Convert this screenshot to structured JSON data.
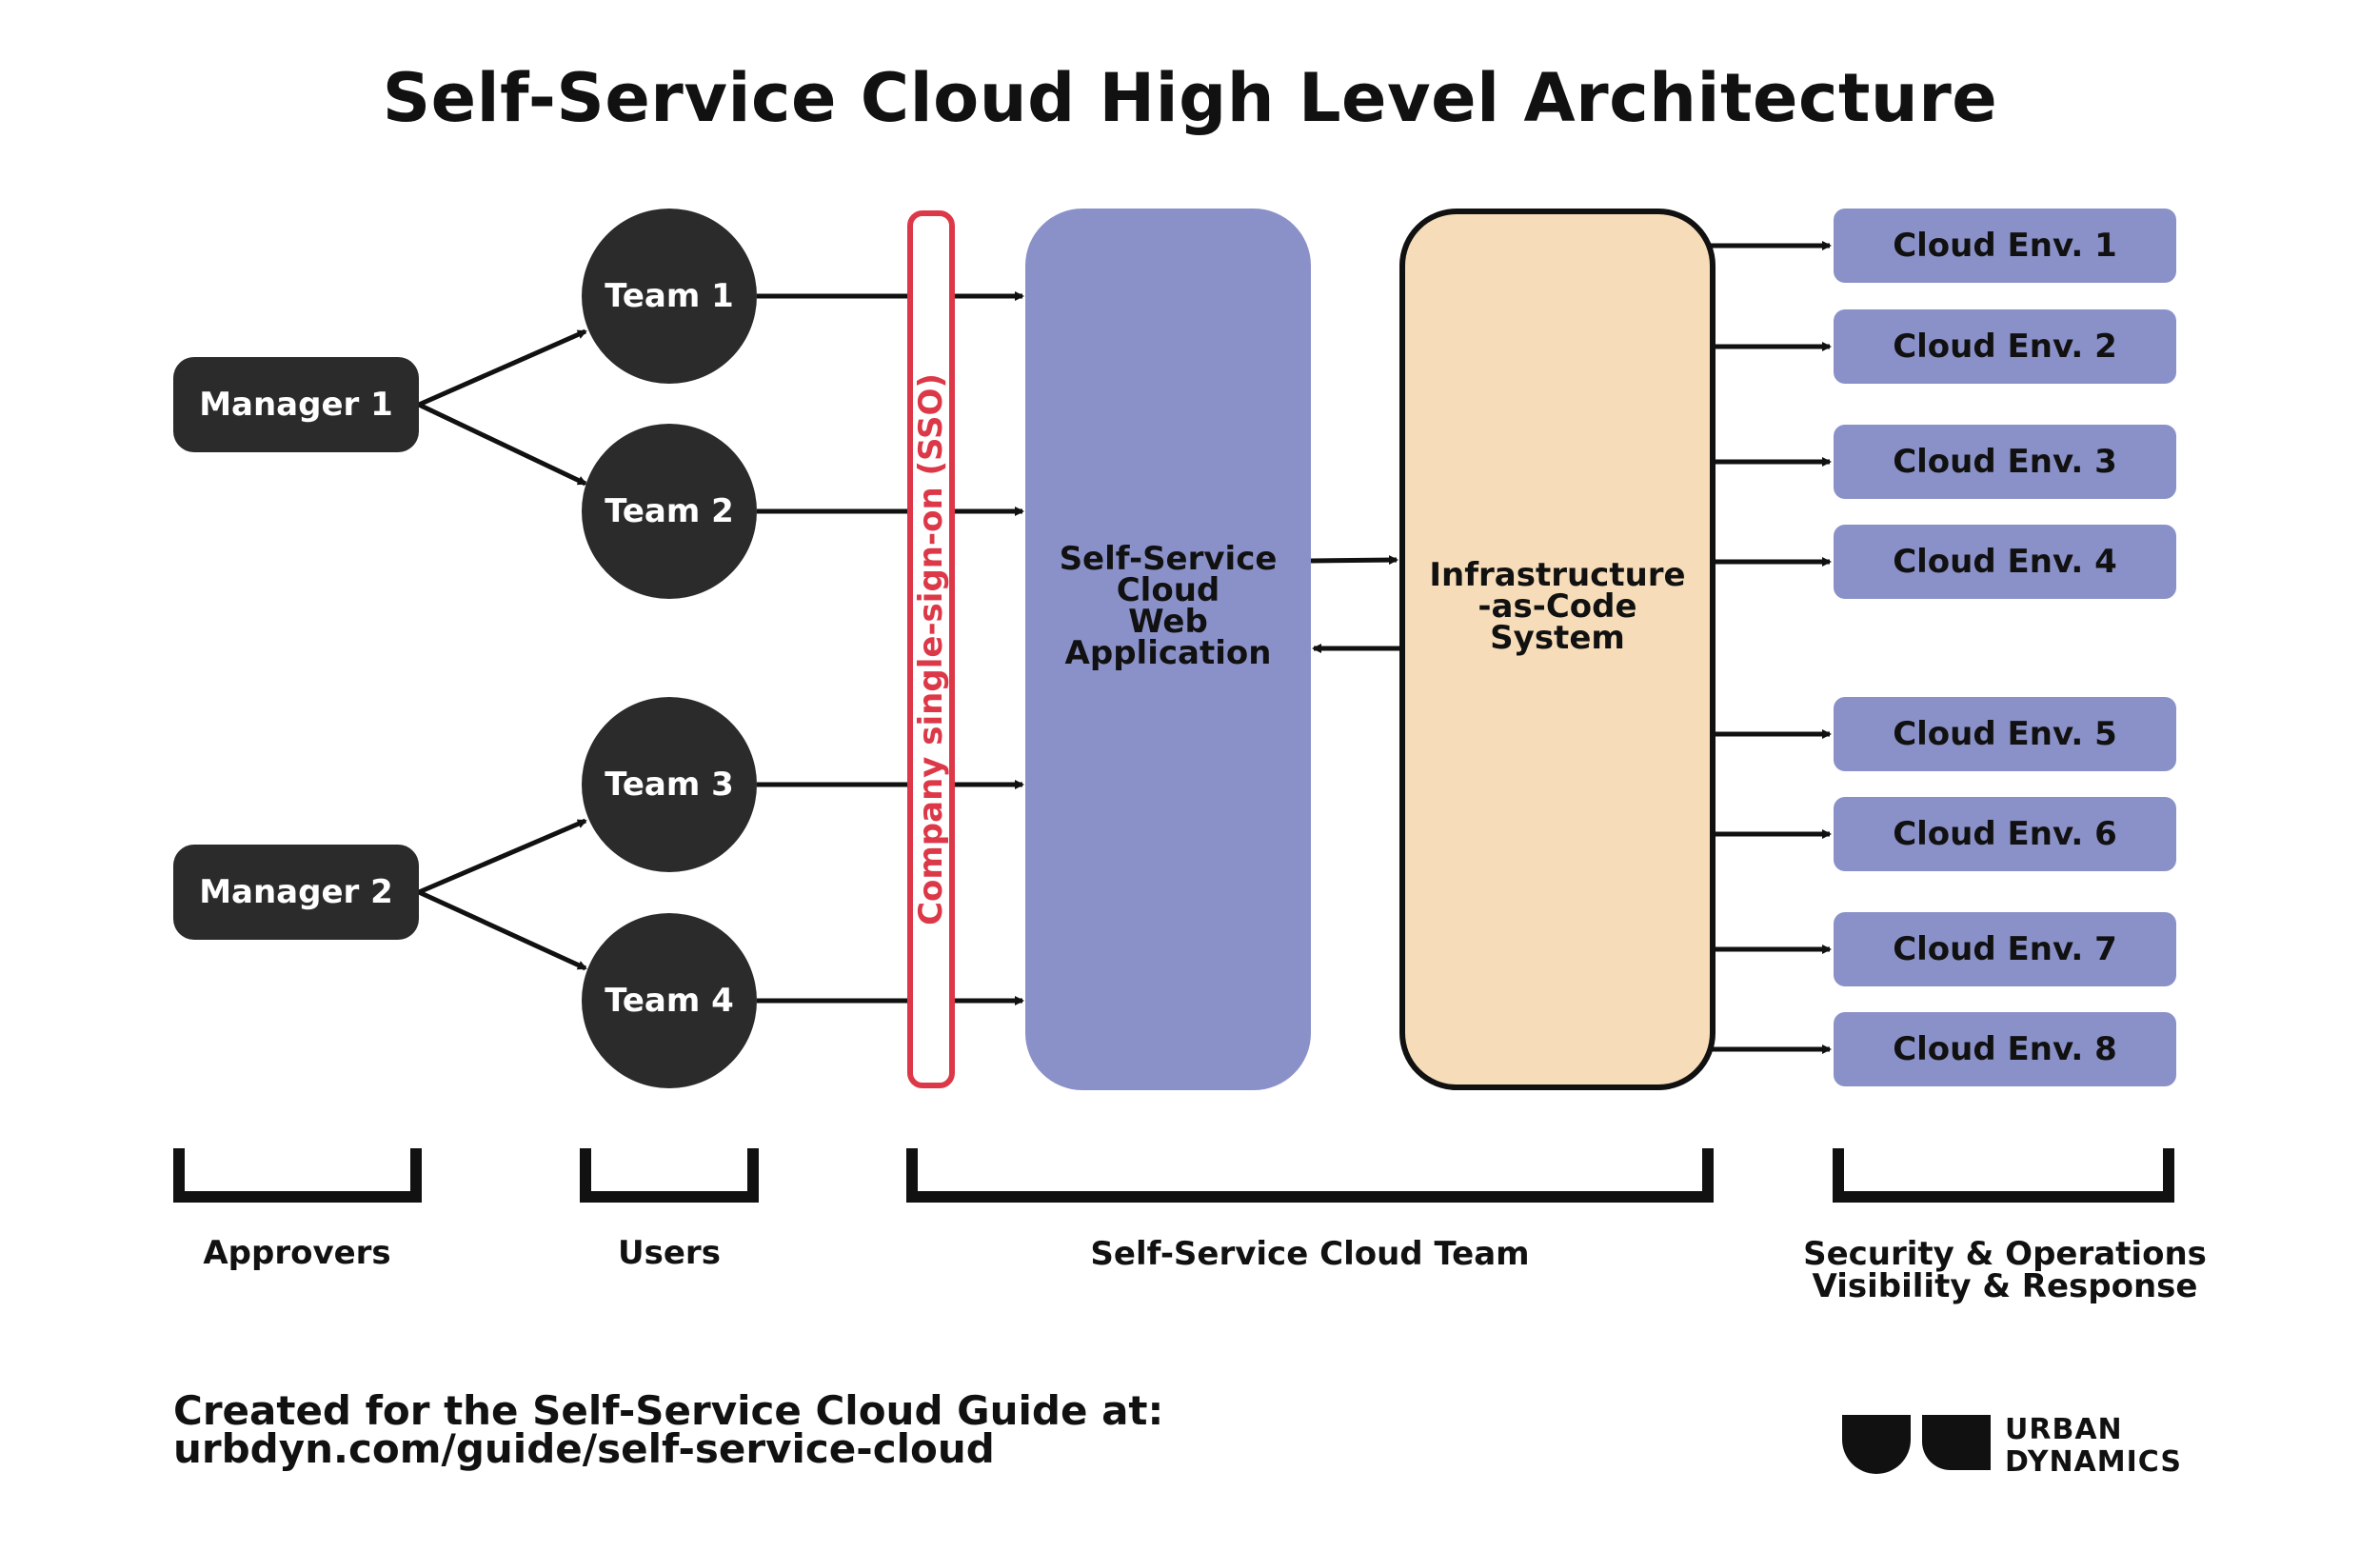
{
  "title": "Self-Service Cloud High Level Architecture",
  "managers": [
    "Manager 1",
    "Manager 2"
  ],
  "teams": [
    "Team 1",
    "Team 2",
    "Team 3",
    "Team 4"
  ],
  "sso_label": "Company single-sign-on (SSO)",
  "web_app_label": "Self-Service\nCloud\nWeb\nApplication",
  "iac_label": "Infrastructure\n-as-Code\nSystem",
  "cloud_envs": [
    "Cloud Env. 1",
    "Cloud Env. 2",
    "Cloud Env. 3",
    "Cloud Env. 4",
    "Cloud Env. 5",
    "Cloud Env. 6",
    "Cloud Env. 7",
    "Cloud Env. 8"
  ],
  "groups": {
    "approvers": "Approvers",
    "users": "Users",
    "team": "Self-Service Cloud Team",
    "security": "Security & Operations\nVisibility & Response"
  },
  "footer": "Created for  the Self-Service Cloud Guide at:\nurbdyn.com/guide/self-service-cloud",
  "brand": "URBAN\nDYNAMICS",
  "colors": {
    "dark": "#2b2b2b",
    "periwinkle": "#8a91c8",
    "peach": "#f6dcb8",
    "sso_red": "#dc3848"
  }
}
